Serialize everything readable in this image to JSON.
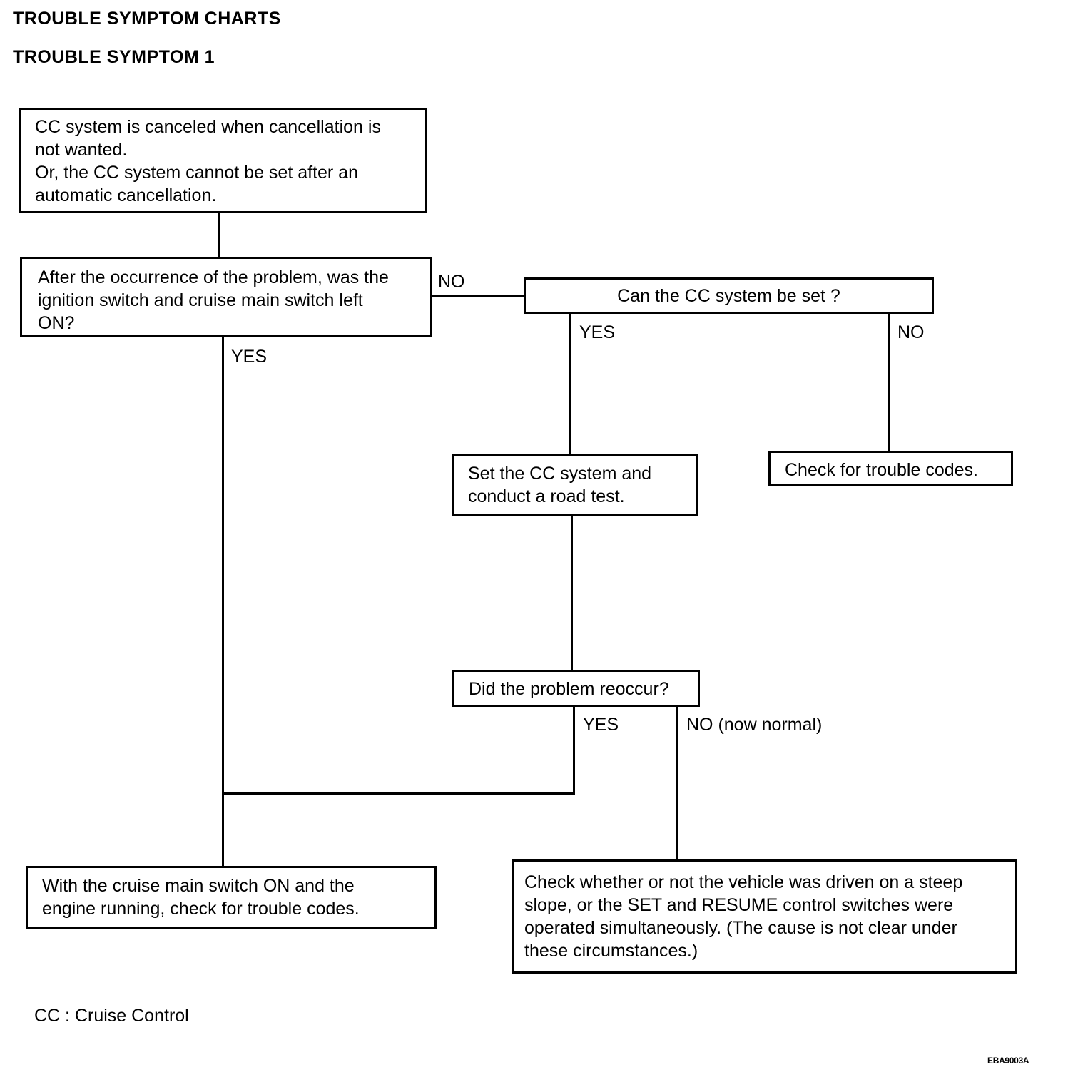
{
  "header": {
    "title": "TROUBLE SYMPTOM CHARTS",
    "subtitle": "TROUBLE SYMPTOM 1"
  },
  "flowchart": {
    "start": "CC system is canceled when cancellation is\nnot wanted.\nOr, the CC system cannot be set after an\nautomatic cancellation.",
    "q_switch_on": "After the occurrence of the problem, was the\nignition switch and cruise main switch left\nON?",
    "q_can_set": "Can the CC system be set ?",
    "set_and_test": "Set the CC system and\nconduct a road test.",
    "check_codes": "Check for trouble codes.",
    "q_reoccur": "Did the problem reoccur?",
    "check_codes_running": "With the cruise main switch ON and the\nengine running, check for trouble codes.",
    "check_steep_slope": "Check whether or not the vehicle was driven on a steep\nslope, or the SET and RESUME control switches were\noperated simultaneously. (The cause is not clear under\nthese circumstances.)",
    "labels": {
      "q_switch_no": "NO",
      "q_switch_yes": "YES",
      "can_set_yes": "YES",
      "can_set_no": "NO",
      "reoccur_yes": "YES",
      "reoccur_no": "NO (now normal)"
    }
  },
  "footnote": "CC : Cruise Control",
  "figure_code": "EBA9003A"
}
